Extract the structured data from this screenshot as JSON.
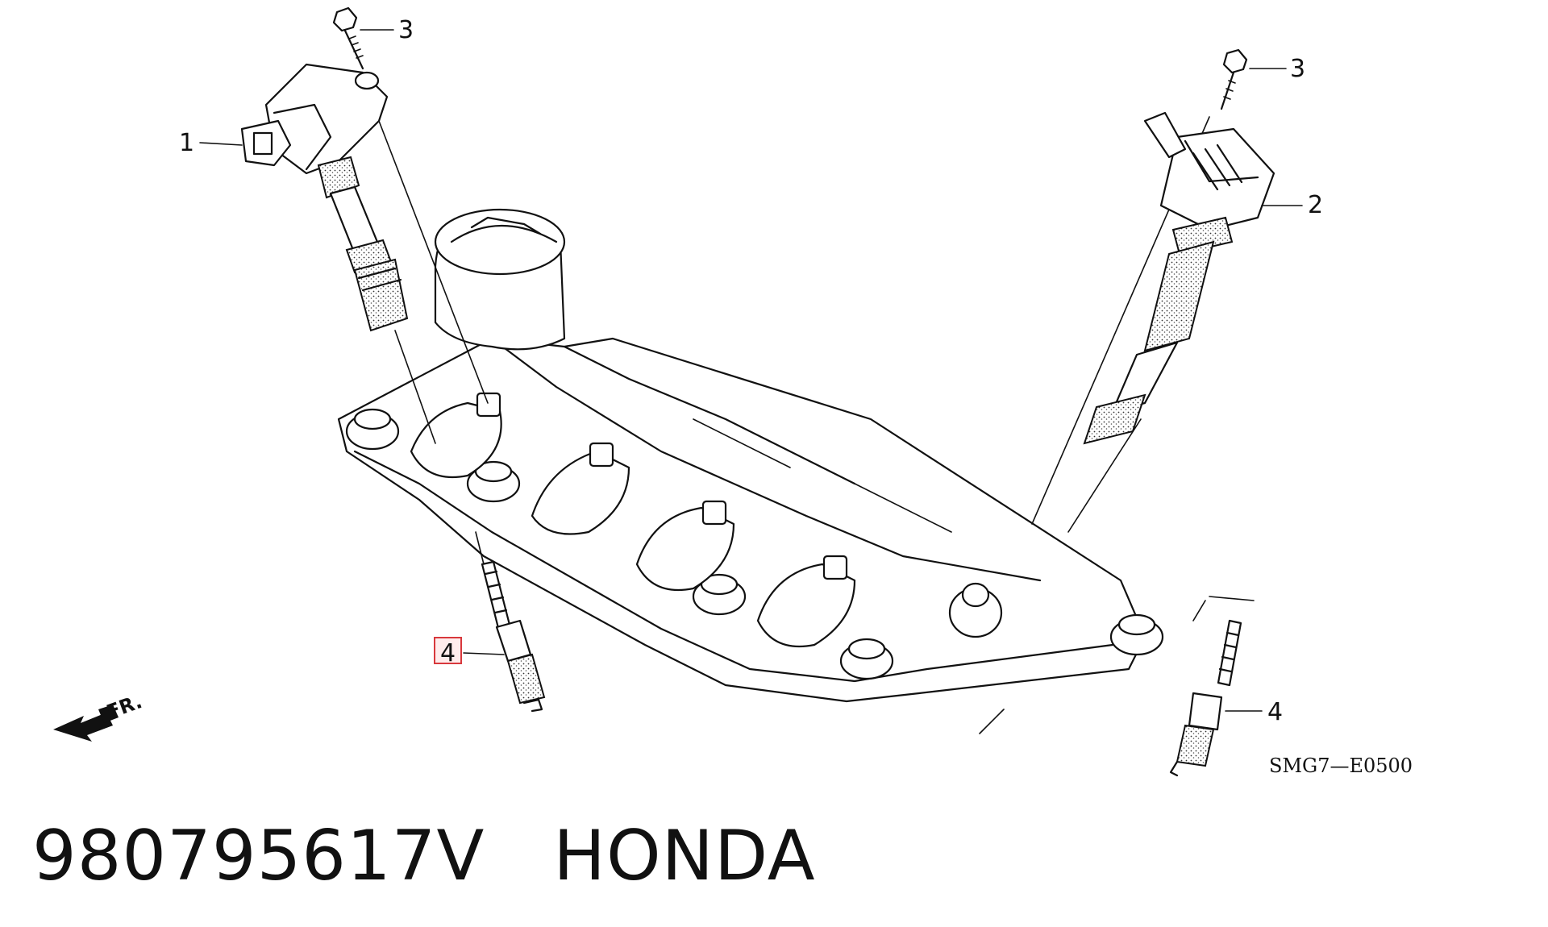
{
  "diagram": {
    "callouts": [
      {
        "id": "coil-rear",
        "label": "1"
      },
      {
        "id": "coil-front",
        "label": "2"
      },
      {
        "id": "bolt-left",
        "label": "3"
      },
      {
        "id": "bolt-right",
        "label": "3"
      },
      {
        "id": "plug-left",
        "label": "4",
        "highlighted": true
      },
      {
        "id": "plug-right",
        "label": "4"
      }
    ],
    "direction_label": "FR.",
    "diagram_code": "SMG7—E0500",
    "highlight_color": "#d8383c"
  },
  "caption": {
    "part_number": "980795617V",
    "brand": "HONDA"
  }
}
